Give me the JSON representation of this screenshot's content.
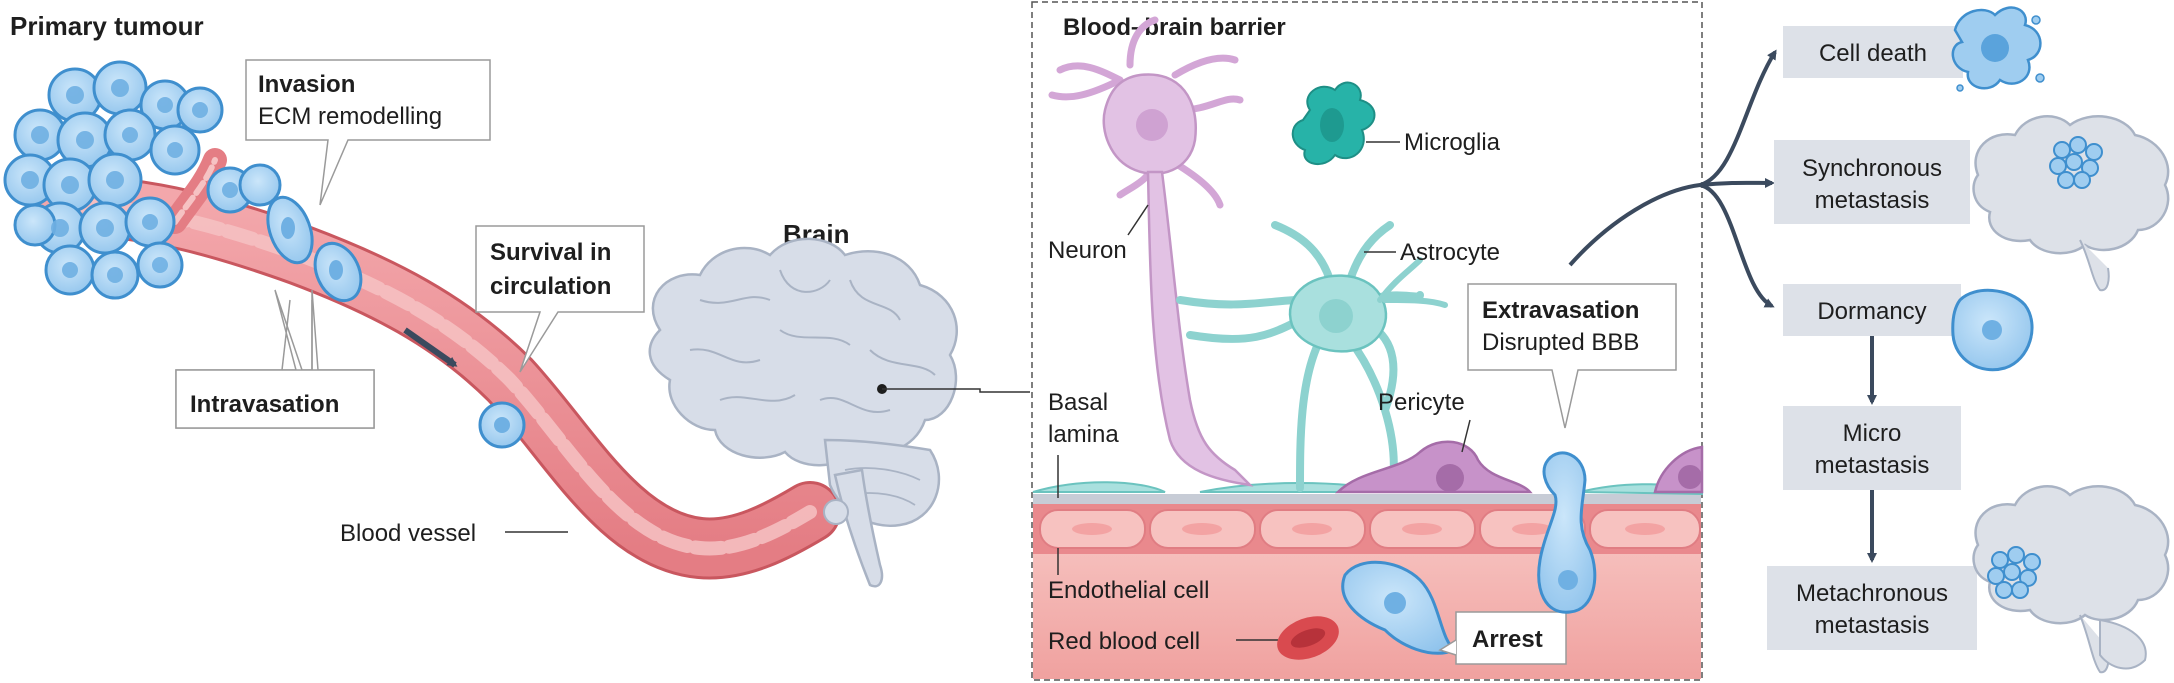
{
  "primary_tumour": {
    "title": "Primary tumour"
  },
  "callouts": {
    "invasion": {
      "title": "Invasion",
      "subtitle": "ECM remodelling"
    },
    "intravasation": {
      "title": "Intravasation"
    },
    "survival": {
      "line1": "Survival in",
      "line2": "circulation"
    }
  },
  "labels": {
    "blood_vessel": "Blood vessel",
    "brain": "Brain"
  },
  "bbb": {
    "title": "Blood–brain barrier",
    "neuron": "Neuron",
    "microglia": "Microglia",
    "astrocyte": "Astrocyte",
    "pericyte": "Pericyte",
    "basal_lamina_1": "Basal",
    "basal_lamina_2": "lamina",
    "endothelial_cell": "Endothelial cell",
    "red_blood_cell": "Red blood cell",
    "arrest": "Arrest",
    "extravasation_title": "Extravasation",
    "extravasation_subtitle": "Disrupted BBB"
  },
  "outcomes": {
    "cell_death": "Cell death",
    "synchronous_1": "Synchronous",
    "synchronous_2": "metastasis",
    "dormancy": "Dormancy",
    "micro_1": "Micro",
    "micro_2": "metastasis",
    "metachronous_1": "Metachronous",
    "metachronous_2": "metastasis"
  },
  "colors": {
    "tumour_cell": "#9fcdf0",
    "tumour_edge": "#3f8fce",
    "vessel": "#e8868c",
    "brain": "#d7dde8",
    "neuron": "#e2c2e4",
    "astrocyte": "#a9e0de",
    "microglia": "#27b3a8",
    "pericyte": "#c792c9",
    "endothelium": "#f4b0ae",
    "outcome_box": "#dde1e8",
    "arrow": "#3b4a5e"
  }
}
